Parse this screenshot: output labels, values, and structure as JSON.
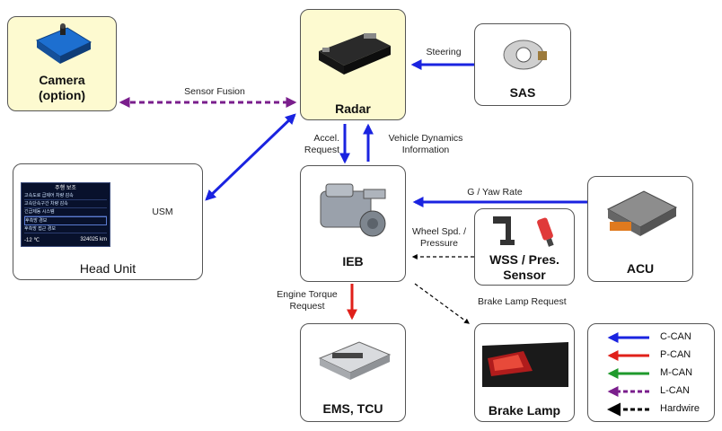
{
  "nodes": {
    "camera": "Camera\n(option)",
    "radar": "Radar",
    "sas": "SAS",
    "head_unit": "Head Unit",
    "ieb": "IEB",
    "acu": "ACU",
    "wss": "WSS / Pres.\nSensor",
    "ems": "EMS, TCU",
    "brake_lamp": "Brake Lamp"
  },
  "edges": {
    "sensor_fusion": "Sensor Fusion",
    "steering": "Steering",
    "accel_request": "Accel.\nRequest",
    "vehicle_dynamics": "Vehicle Dynamics\nInformation",
    "usm": "USM",
    "g_yaw_rate": "G / Yaw Rate",
    "wheel_spd": "Wheel Spd. /\nPressure",
    "engine_torque": "Engine Torque\nRequest",
    "brake_lamp_request": "Brake Lamp Request"
  },
  "head_unit_screen": {
    "title": "주행 보조",
    "lines": [
      "고속도로 급제어 차량 감속",
      "고속단속구간 차량 감속",
      "긴급제동 시스템",
      "후측방 경보",
      "후측방 접근 경보"
    ],
    "footer_left": "-12 ℃",
    "footer_right": "324025 km"
  },
  "legend": [
    {
      "label": "C-CAN",
      "color": "#1a23e0",
      "dashed": false
    },
    {
      "label": "P-CAN",
      "color": "#e0201a",
      "dashed": false
    },
    {
      "label": "M-CAN",
      "color": "#1f9a2c",
      "dashed": false
    },
    {
      "label": "L-CAN",
      "color": "#7a1e8c",
      "dashed": true
    },
    {
      "label": "Hardwire",
      "color": "#000000",
      "dashed": true
    }
  ],
  "colors": {
    "c_can": "#1a23e0",
    "p_can": "#e0201a",
    "l_can": "#7a1e8c",
    "hardwire": "#000000",
    "highlight_fill": "#fdfad0"
  }
}
